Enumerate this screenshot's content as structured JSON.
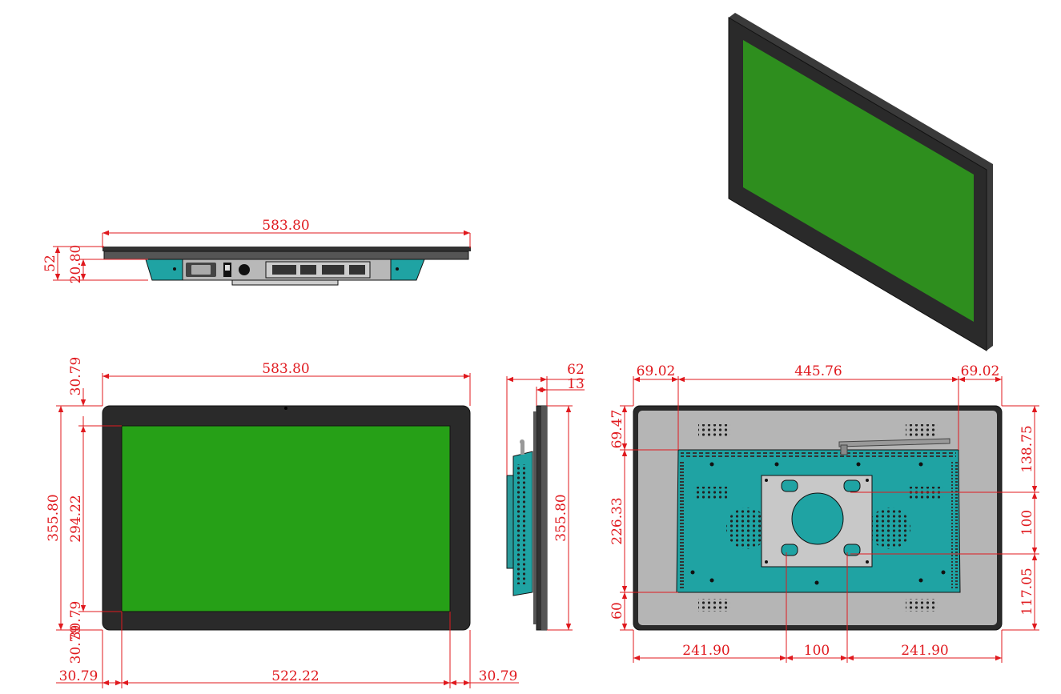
{
  "colors": {
    "dimension": "#e0191e",
    "screen": "#26a017",
    "screen_iso": "#2e8e1e",
    "bezel": "#2a2a2a",
    "back_panel": "#b5b5b5",
    "teal_housing": "#1fa3a3",
    "vesa_plate": "#c8c8c8",
    "grill": "#222222"
  },
  "icons": {
    "power": "power-socket-icon",
    "switch": "rocker-switch-icon",
    "antenna": "wifi-antenna-icon"
  },
  "top_view": {
    "width": "583.80",
    "depth_total": "52",
    "depth_frame": "20.80"
  },
  "front_view": {
    "width": "583.80",
    "bezel_top": "30.79",
    "height": "355.80",
    "screen_height": "294.22",
    "bezel_bottom_a": "30.79",
    "bezel_bottom_b": "30.79",
    "bezel_left": "30.79",
    "screen_width": "522.22",
    "bezel_right": "30.79"
  },
  "side_view": {
    "depth": "62",
    "frame": "13",
    "height": "355.80"
  },
  "back_view": {
    "left_margin": "69.02",
    "housing_width": "445.76",
    "right_margin": "69.02",
    "top_offset": "69.47",
    "housing_height": "226.33",
    "bottom_offset": "60",
    "vesa_top": "138.75",
    "vesa_pitch_v": "100",
    "vesa_bottom": "117.05",
    "vesa_left": "241.90",
    "vesa_pitch_h": "100",
    "vesa_right": "241.90"
  }
}
